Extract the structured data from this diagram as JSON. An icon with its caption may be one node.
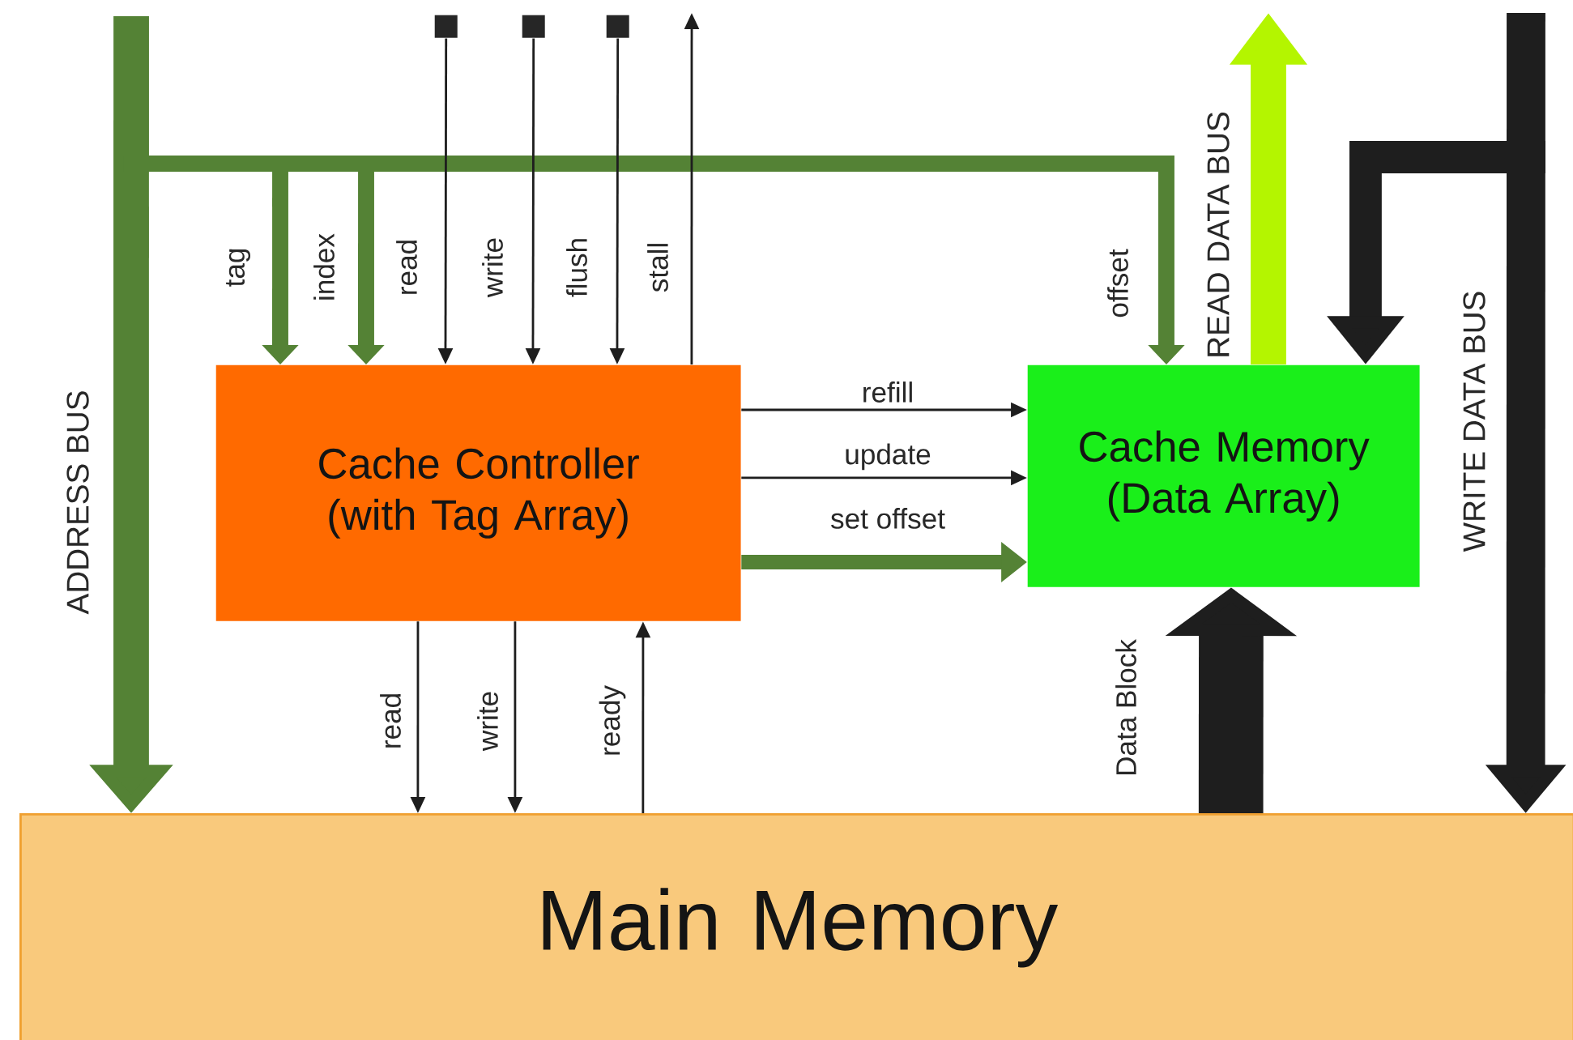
{
  "diagram": {
    "nodes": [
      {
        "text": [
          "Cache Controller (with Tag Array)"
        ]
      },
      {
        "text": [
          "Cache Memory (Data Array)"
        ]
      },
      {
        "text": [
          "Main Memory"
        ]
      },
      {
        "text": [],
        "shape": "box"
      },
      {
        "text": [],
        "shape": "box"
      },
      {
        "text": [],
        "shape": "box"
      }
    ],
    "edges": [
      {
        "from": null,
        "to": 2,
        "arrow": "to",
        "label": "ADDRESS BUS",
        "style": "thick",
        "color": "#548235"
      },
      {
        "from": null,
        "to": 0,
        "arrow": "to",
        "label": "tag",
        "style": "thick",
        "color": "#548235"
      },
      {
        "from": null,
        "to": 0,
        "arrow": "to",
        "label": "index",
        "style": "thick",
        "color": "#548235"
      },
      {
        "from": null,
        "to": 1,
        "arrow": "to",
        "label": "offset",
        "style": "thick",
        "color": "#548235"
      },
      {
        "from": 3,
        "to": 0,
        "arrow": "to",
        "label": "read"
      },
      {
        "from": 4,
        "to": 0,
        "arrow": "to",
        "label": "write"
      },
      {
        "from": 5,
        "to": 0,
        "arrow": "to",
        "label": "flush"
      },
      {
        "from": 0,
        "to": null,
        "arrow": "to",
        "label": "stall"
      },
      {
        "from": 0,
        "to": 1,
        "arrow": "to",
        "label": "refill"
      },
      {
        "from": 0,
        "to": 1,
        "arrow": "to",
        "label": "update"
      },
      {
        "from": 0,
        "to": 1,
        "arrow": "to",
        "label": "set offset",
        "style": "thick",
        "color": "#548235"
      },
      {
        "from": 1,
        "to": null,
        "arrow": "to",
        "label": "READ DATA BUS",
        "style": "thick",
        "color": "#b4f500"
      },
      {
        "from": null,
        "to": 2,
        "arrow": "to",
        "label": "WRITE DATA BUS",
        "style": "thick"
      },
      {
        "from": null,
        "to": 1,
        "arrow": "to",
        "style": "thick"
      },
      {
        "from": 0,
        "to": 2,
        "arrow": "to",
        "label": "read"
      },
      {
        "from": 0,
        "to": 2,
        "arrow": "to",
        "label": "write"
      },
      {
        "from": 2,
        "to": 0,
        "arrow": "to",
        "label": "ready"
      },
      {
        "from": 2,
        "to": 1,
        "arrow": "to",
        "label": "Data Block",
        "style": "thick"
      }
    ]
  }
}
